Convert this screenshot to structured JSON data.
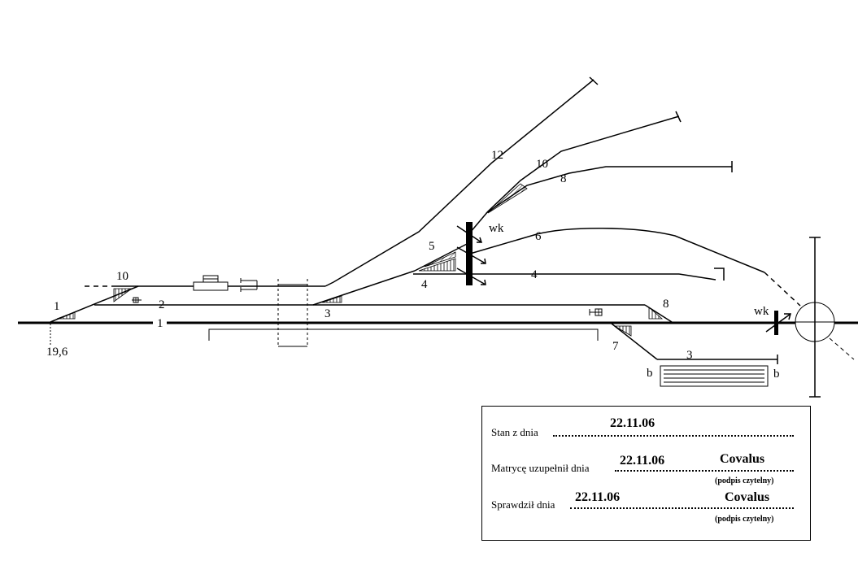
{
  "track_labels": {
    "siding_10": "10",
    "track_2": "2",
    "main_1": "1",
    "switch_1": "1",
    "kilometre": "19,6",
    "switch_3": "3",
    "switch_4": "4",
    "track_4": "4",
    "switch_5": "5",
    "track_6": "6",
    "track_8": "8",
    "track_10": "10",
    "track_12": "12",
    "wk_top": "wk",
    "wk_right": "wk",
    "switch_8": "8",
    "switch_7": "7",
    "track_3": "3",
    "b_left": "b",
    "b_right": "b"
  },
  "form": {
    "stan_label": "Stan z dnia",
    "stan_value": "22.11.06",
    "matryca_label": "Matrycę uzupełnił dnia",
    "matryca_date": "22.11.06",
    "matryca_signature": "Covalus",
    "matryca_note": "(podpis czytelny)",
    "sprawdzil_label": "Sprawdził dnia",
    "sprawdzil_date": "22.11.06",
    "sprawdzil_signature": "Covalus",
    "sprawdzil_note": "(podpis czytelny)"
  }
}
